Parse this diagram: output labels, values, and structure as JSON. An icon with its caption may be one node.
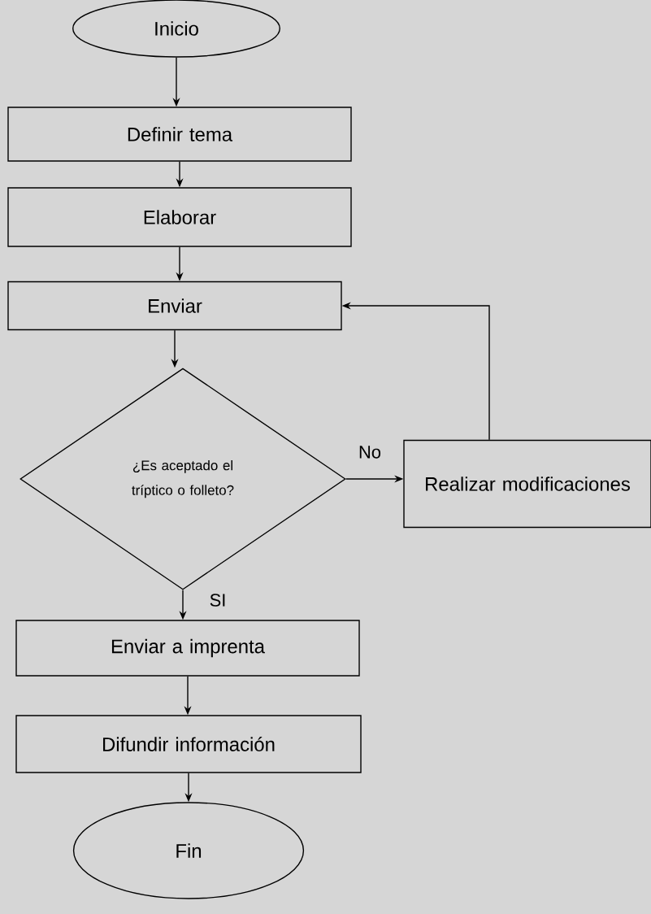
{
  "diagram": {
    "nodes": [
      {
        "text": [
          "Inicio"
        ]
      },
      {
        "text": [
          "Definir tema"
        ]
      },
      {
        "text": [
          "Elaborar"
        ]
      },
      {
        "text": [
          "Enviar"
        ]
      },
      {
        "text": [
          "¿Es aceptado el tríptico o folleto?"
        ]
      },
      {
        "text": [
          "Realizar modificaciones"
        ]
      },
      {
        "text": [
          "Enviar a imprenta"
        ]
      },
      {
        "text": [
          "Difundir información"
        ]
      },
      {
        "text": [
          "Fin"
        ]
      }
    ],
    "edges": [
      {
        "from": 0,
        "to": 1,
        "arrow": "to"
      },
      {
        "from": 1,
        "to": 2,
        "arrow": "to"
      },
      {
        "from": 2,
        "to": 3,
        "arrow": "to"
      },
      {
        "from": 3,
        "to": 4,
        "arrow": "to"
      },
      {
        "from": 4,
        "to": 5,
        "arrow": "to",
        "label": "No"
      },
      {
        "from": 5,
        "to": 3,
        "arrow": "to"
      },
      {
        "from": 4,
        "to": 6,
        "arrow": "to",
        "label": "SI"
      },
      {
        "from": 6,
        "to": 7,
        "arrow": "to"
      },
      {
        "from": 7,
        "to": 8,
        "arrow": "to"
      }
    ]
  }
}
